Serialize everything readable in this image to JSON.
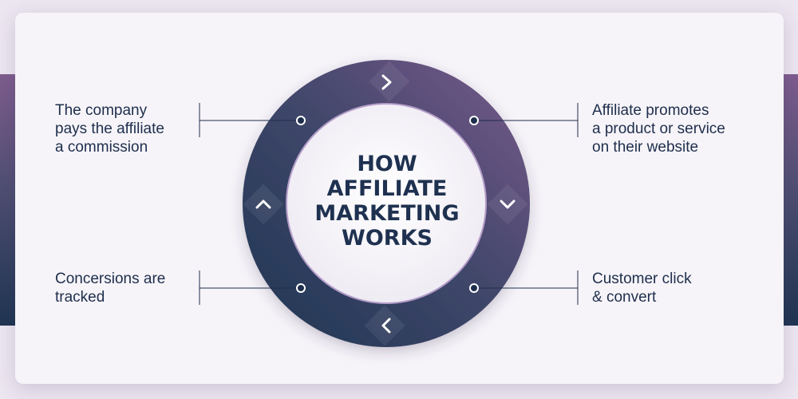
{
  "title": "HOW\nAFFILIATE\nMARKETING\nWORKS",
  "steps": [
    {
      "text": "Affiliate promotes\na product or service\non their website"
    },
    {
      "text": "Customer click\n& convert"
    },
    {
      "text": "Concersions are\ntracked"
    },
    {
      "text": "The company\npays the affiliate\na commission"
    }
  ],
  "icons": {
    "top": "chevron-right-icon",
    "right": "chevron-down-icon",
    "bottom": "chevron-left-icon",
    "left": "chevron-up-icon"
  },
  "colors": {
    "ring_start": "#1f3552",
    "ring_end": "#7a5a8c",
    "text": "#1e2e4d",
    "background": "#ece6f1",
    "card": "#f6f4f8"
  }
}
